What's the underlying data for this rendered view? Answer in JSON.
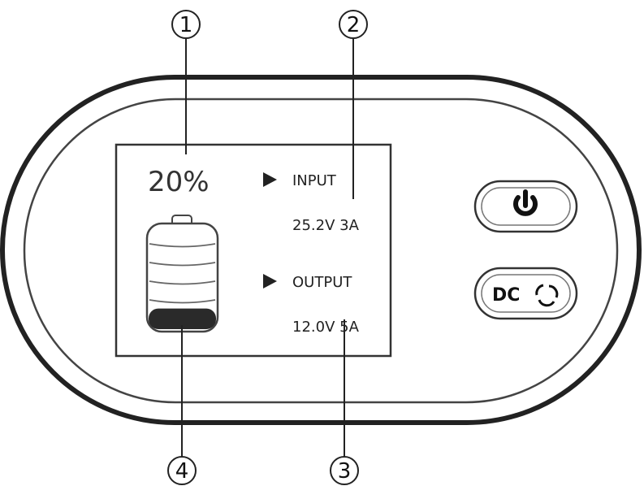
{
  "callouts": [
    {
      "number": "1"
    },
    {
      "number": "2"
    },
    {
      "number": "3"
    },
    {
      "number": "4"
    }
  ],
  "display": {
    "battery_percent_text": "20%",
    "battery_level": 0.2,
    "input_label": "INPUT",
    "input_value": "25.2V 3A",
    "output_label": "OUTPUT",
    "output_value": "12.0V 5A"
  },
  "buttons": {
    "power_icon": "power-icon",
    "dc_label": "DC",
    "dc_icon": "cycle-icon"
  }
}
